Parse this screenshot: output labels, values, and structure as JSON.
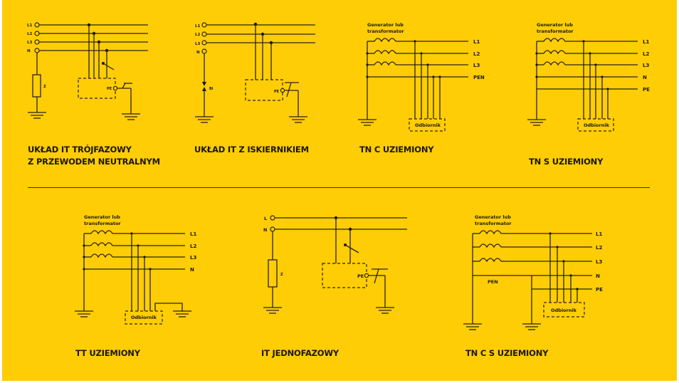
{
  "colors": {
    "background": "#fecd05",
    "line": "#2b2411",
    "text": "#1a1708"
  },
  "diagrams": [
    {
      "id": "it-3phase-neutral",
      "title_lines": [
        "UKŁAD IT TRÓJFAZOWY",
        "Z PRZEWODEM NEUTRALNYM"
      ],
      "terminals": [
        "L1",
        "L2",
        "L3",
        "N"
      ],
      "impedance_label": "Z",
      "pe_label": "PE"
    },
    {
      "id": "it-spark-gap",
      "title_lines": [
        "UKŁAD IT Z ISKIERNIKIEM"
      ],
      "terminals": [
        "L1",
        "L2",
        "L3",
        "N"
      ],
      "spark_gap_label": "Bi",
      "pe_label": "PE"
    },
    {
      "id": "tn-c",
      "title_lines": [
        "TN C UZIEMIONY"
      ],
      "source_label_lines": [
        "Generator lub",
        "transformator"
      ],
      "conductors": [
        "L1",
        "L2",
        "L3",
        "PEN"
      ],
      "load_label": "Odbiornik"
    },
    {
      "id": "tn-s",
      "title_lines": [
        "TN S UZIEMIONY"
      ],
      "source_label_lines": [
        "Generator lub",
        "transformator"
      ],
      "conductors": [
        "L1",
        "L2",
        "L3",
        "N",
        "PE"
      ],
      "load_label": "Odbiornik"
    },
    {
      "id": "tt",
      "title_lines": [
        "TT UZIEMIONY"
      ],
      "source_label_lines": [
        "Generator lub",
        "transformator"
      ],
      "conductors": [
        "L1",
        "L2",
        "L3",
        "N"
      ],
      "load_label": "Odbiornik"
    },
    {
      "id": "it-1phase",
      "title_lines": [
        "IT JEDNOFAZOWY"
      ],
      "terminals": [
        "L",
        "N"
      ],
      "impedance_label": "Z",
      "pe_label": "PE"
    },
    {
      "id": "tn-c-s",
      "title_lines": [
        "TN C S UZIEMIONY"
      ],
      "source_label_lines": [
        "Generator lub",
        "transformator"
      ],
      "conductors": [
        "L1",
        "L2",
        "L3",
        "N",
        "PE"
      ],
      "pen_label": "PEN",
      "load_label": "Odbiornik"
    }
  ]
}
